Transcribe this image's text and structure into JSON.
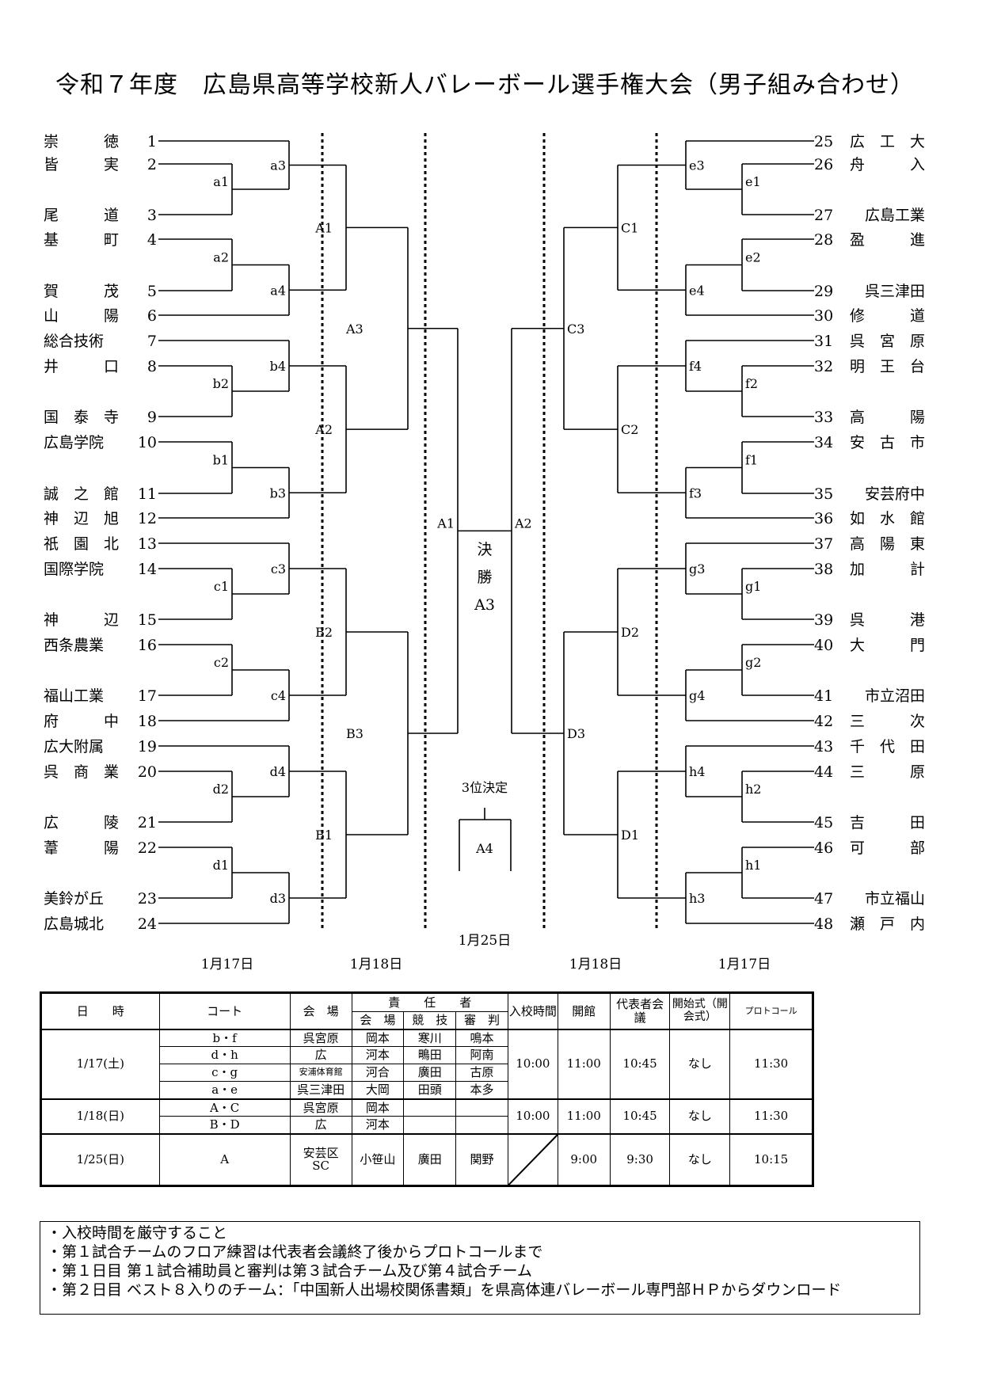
{
  "title": "令和７年度　広島県高等学校新人バレーボール選手権大会（男子組み合わせ）",
  "teams_left": [
    {
      "no": "1",
      "name": "崇　　　徳"
    },
    {
      "no": "2",
      "name": "皆　　　実"
    },
    {
      "no": "3",
      "name": "尾　　　道"
    },
    {
      "no": "4",
      "name": "基　　　町"
    },
    {
      "no": "5",
      "name": "賀　　　茂"
    },
    {
      "no": "6",
      "name": "山　　　陽"
    },
    {
      "no": "7",
      "name": "総合技術"
    },
    {
      "no": "8",
      "name": "井　　　口"
    },
    {
      "no": "9",
      "name": "国　泰　寺"
    },
    {
      "no": "10",
      "name": "広島学院"
    },
    {
      "no": "11",
      "name": "誠　之　館"
    },
    {
      "no": "12",
      "name": "神　辺　旭"
    },
    {
      "no": "13",
      "name": "祇　園　北"
    },
    {
      "no": "14",
      "name": "国際学院"
    },
    {
      "no": "15",
      "name": "神　　　辺"
    },
    {
      "no": "16",
      "name": "西条農業"
    },
    {
      "no": "17",
      "name": "福山工業"
    },
    {
      "no": "18",
      "name": "府　　　中"
    },
    {
      "no": "19",
      "name": "広大附属"
    },
    {
      "no": "20",
      "name": "呉　商　業"
    },
    {
      "no": "21",
      "name": "広　　　陵"
    },
    {
      "no": "22",
      "name": "葦　　　陽"
    },
    {
      "no": "23",
      "name": "美鈴が丘"
    },
    {
      "no": "24",
      "name": "広島城北"
    }
  ],
  "teams_right": [
    {
      "no": "25",
      "name": "広　工　大"
    },
    {
      "no": "26",
      "name": "舟　　　入"
    },
    {
      "no": "27",
      "name": "広島工業"
    },
    {
      "no": "28",
      "name": "盈　　　進"
    },
    {
      "no": "29",
      "name": "呉三津田"
    },
    {
      "no": "30",
      "name": "修　　　道"
    },
    {
      "no": "31",
      "name": "呉　宮　原"
    },
    {
      "no": "32",
      "name": "明　王　台"
    },
    {
      "no": "33",
      "name": "高　　　陽"
    },
    {
      "no": "34",
      "name": "安　古　市"
    },
    {
      "no": "35",
      "name": "安芸府中"
    },
    {
      "no": "36",
      "name": "如　水　館"
    },
    {
      "no": "37",
      "name": "高　陽　東"
    },
    {
      "no": "38",
      "name": "加　　　計"
    },
    {
      "no": "39",
      "name": "呉　　　港"
    },
    {
      "no": "40",
      "name": "大　　　門"
    },
    {
      "no": "41",
      "name": "市立沼田"
    },
    {
      "no": "42",
      "name": "三　　　次"
    },
    {
      "no": "43",
      "name": "千　代　田"
    },
    {
      "no": "44",
      "name": "三　　　原"
    },
    {
      "no": "45",
      "name": "吉　　　田"
    },
    {
      "no": "46",
      "name": "可　　　部"
    },
    {
      "no": "47",
      "name": "市立福山"
    },
    {
      "no": "48",
      "name": "瀬　戸　内"
    }
  ],
  "match_labels": {
    "a1": "a1",
    "a2": "a2",
    "a3": "a3",
    "a4": "a4",
    "b1": "b1",
    "b2": "b2",
    "b3": "b3",
    "b4": "b4",
    "c1": "c1",
    "c2": "c2",
    "c3": "c3",
    "c4": "c4",
    "d1": "d1",
    "d2": "d2",
    "d3": "d3",
    "d4": "d4",
    "e1": "e1",
    "e2": "e2",
    "e3": "e3",
    "e4": "e4",
    "f1": "f1",
    "f2": "f2",
    "f3": "f3",
    "f4": "f4",
    "g1": "g1",
    "g2": "g2",
    "g3": "g3",
    "g4": "g4",
    "h1": "h1",
    "h2": "h2",
    "h3": "h3",
    "h4": "h4",
    "A1": "A1",
    "A2": "A2",
    "B1": "B1",
    "B2": "B2",
    "C1": "C1",
    "C2": "C2",
    "D1": "D1",
    "D2": "D2",
    "A3": "A3",
    "B3": "B3",
    "C3": "C3",
    "D3": "D3",
    "semiA1": "A1",
    "semiA2": "A2",
    "final": "決",
    "final2": "勝",
    "final3": "A3",
    "third_title": "3位決定",
    "third": "A4"
  },
  "dates": {
    "d1": "1月17日",
    "d2": "1月18日",
    "d3": "1月25日",
    "d4": "1月18日",
    "d5": "1月17日"
  },
  "schedule": {
    "headers": {
      "date": "日　　時",
      "court": "コート",
      "venue": "会　場",
      "resp": "責　　任　　者",
      "resp_venue": "会　場",
      "resp_comp": "競　技",
      "resp_ref": "審　判",
      "entry": "入校時間",
      "open": "開館",
      "rep": "代表者会　議",
      "ceremony": "開始式（開会式）",
      "protocol": "プロトコール"
    },
    "day1": {
      "date": "1/17(土)",
      "entry": "10:00",
      "open": "11:00",
      "rep": "10:45",
      "ceremony": "なし",
      "protocol": "11:30",
      "rows": [
        {
          "court": "b・f",
          "venue": "呉宮原",
          "v": "岡本",
          "c": "寒川",
          "r": "鳴本"
        },
        {
          "court": "d・h",
          "venue": "広",
          "v": "河本",
          "c": "鴫田",
          "r": "阿南"
        },
        {
          "court": "c・g",
          "venue": "安浦体育館",
          "v": "河合",
          "c": "廣田",
          "r": "古原"
        },
        {
          "court": "a・e",
          "venue": "呉三津田",
          "v": "大岡",
          "c": "田頭",
          "r": "本多"
        }
      ]
    },
    "day2": {
      "date": "1/18(日)",
      "entry": "10:00",
      "open": "11:00",
      "rep": "10:45",
      "ceremony": "なし",
      "protocol": "11:30",
      "rows": [
        {
          "court": "A・C",
          "venue": "呉宮原",
          "v": "岡本"
        },
        {
          "court": "B・D",
          "venue": "広",
          "v": "河本"
        }
      ]
    },
    "day3": {
      "date": "1/25(日)",
      "court": "A",
      "venue": "安芸区SC",
      "v": "小笹山",
      "c": "廣田",
      "r": "関野",
      "open": "9:00",
      "rep": "9:30",
      "ceremony": "なし",
      "protocol": "10:15"
    }
  },
  "notes": [
    "・入校時間を厳守すること",
    "・第１試合チームのフロア練習は代表者会議終了後からプロトコールまで",
    "・第１日目 第１試合補助員と審判は第３試合チーム及び第４試合チーム",
    "・第２日目 ベスト８入りのチーム：「中国新人出場校関係書類」を県高体連バレーボール専門部ＨＰからダウンロード"
  ]
}
